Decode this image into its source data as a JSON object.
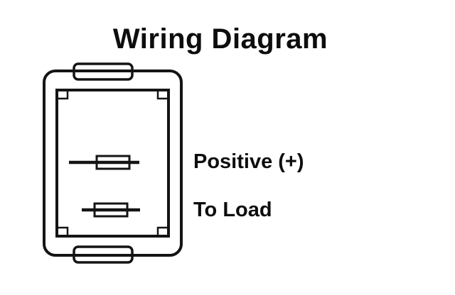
{
  "diagram": {
    "title": "Wiring Diagram",
    "terminals": [
      {
        "label": "Positive (+)"
      },
      {
        "label": "To Load"
      }
    ],
    "colors": {
      "line": "#141414",
      "background": "#ffffff"
    }
  }
}
